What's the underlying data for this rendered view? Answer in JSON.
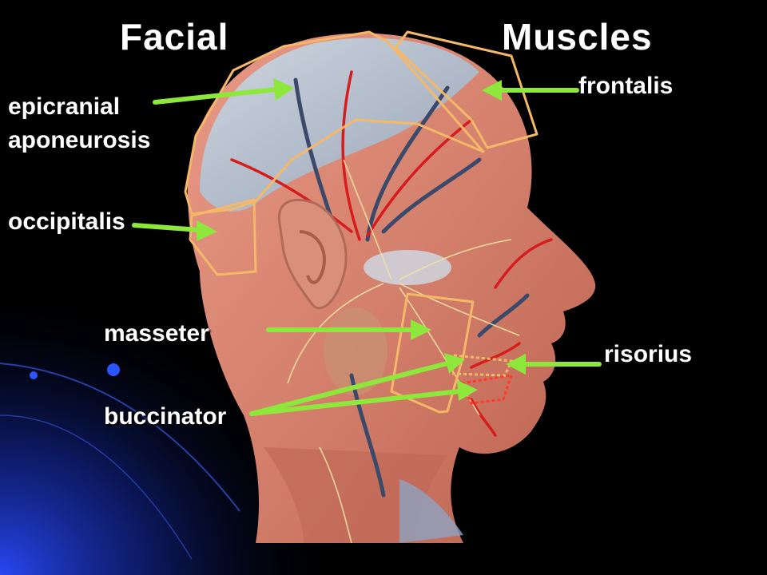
{
  "title": {
    "left": "Facial",
    "right": "Muscles"
  },
  "labels": {
    "epicranial": "epicranial",
    "aponeurosis": "aponeurosis",
    "occipitalis": "occipitalis",
    "frontalis": "frontalis",
    "masseter": "masseter",
    "risorius": "risorius",
    "buccinator": "buccinator"
  },
  "colors": {
    "background": "#000000",
    "arrow": "#8ee83c",
    "outline": "#f5b868",
    "skin": "#d9826e",
    "artery": "#d61c1c",
    "vein": "#3b4a6b",
    "nerve": "#efe3a3",
    "bone": "#b9c2cf",
    "corner_glow": "#1733c8"
  }
}
